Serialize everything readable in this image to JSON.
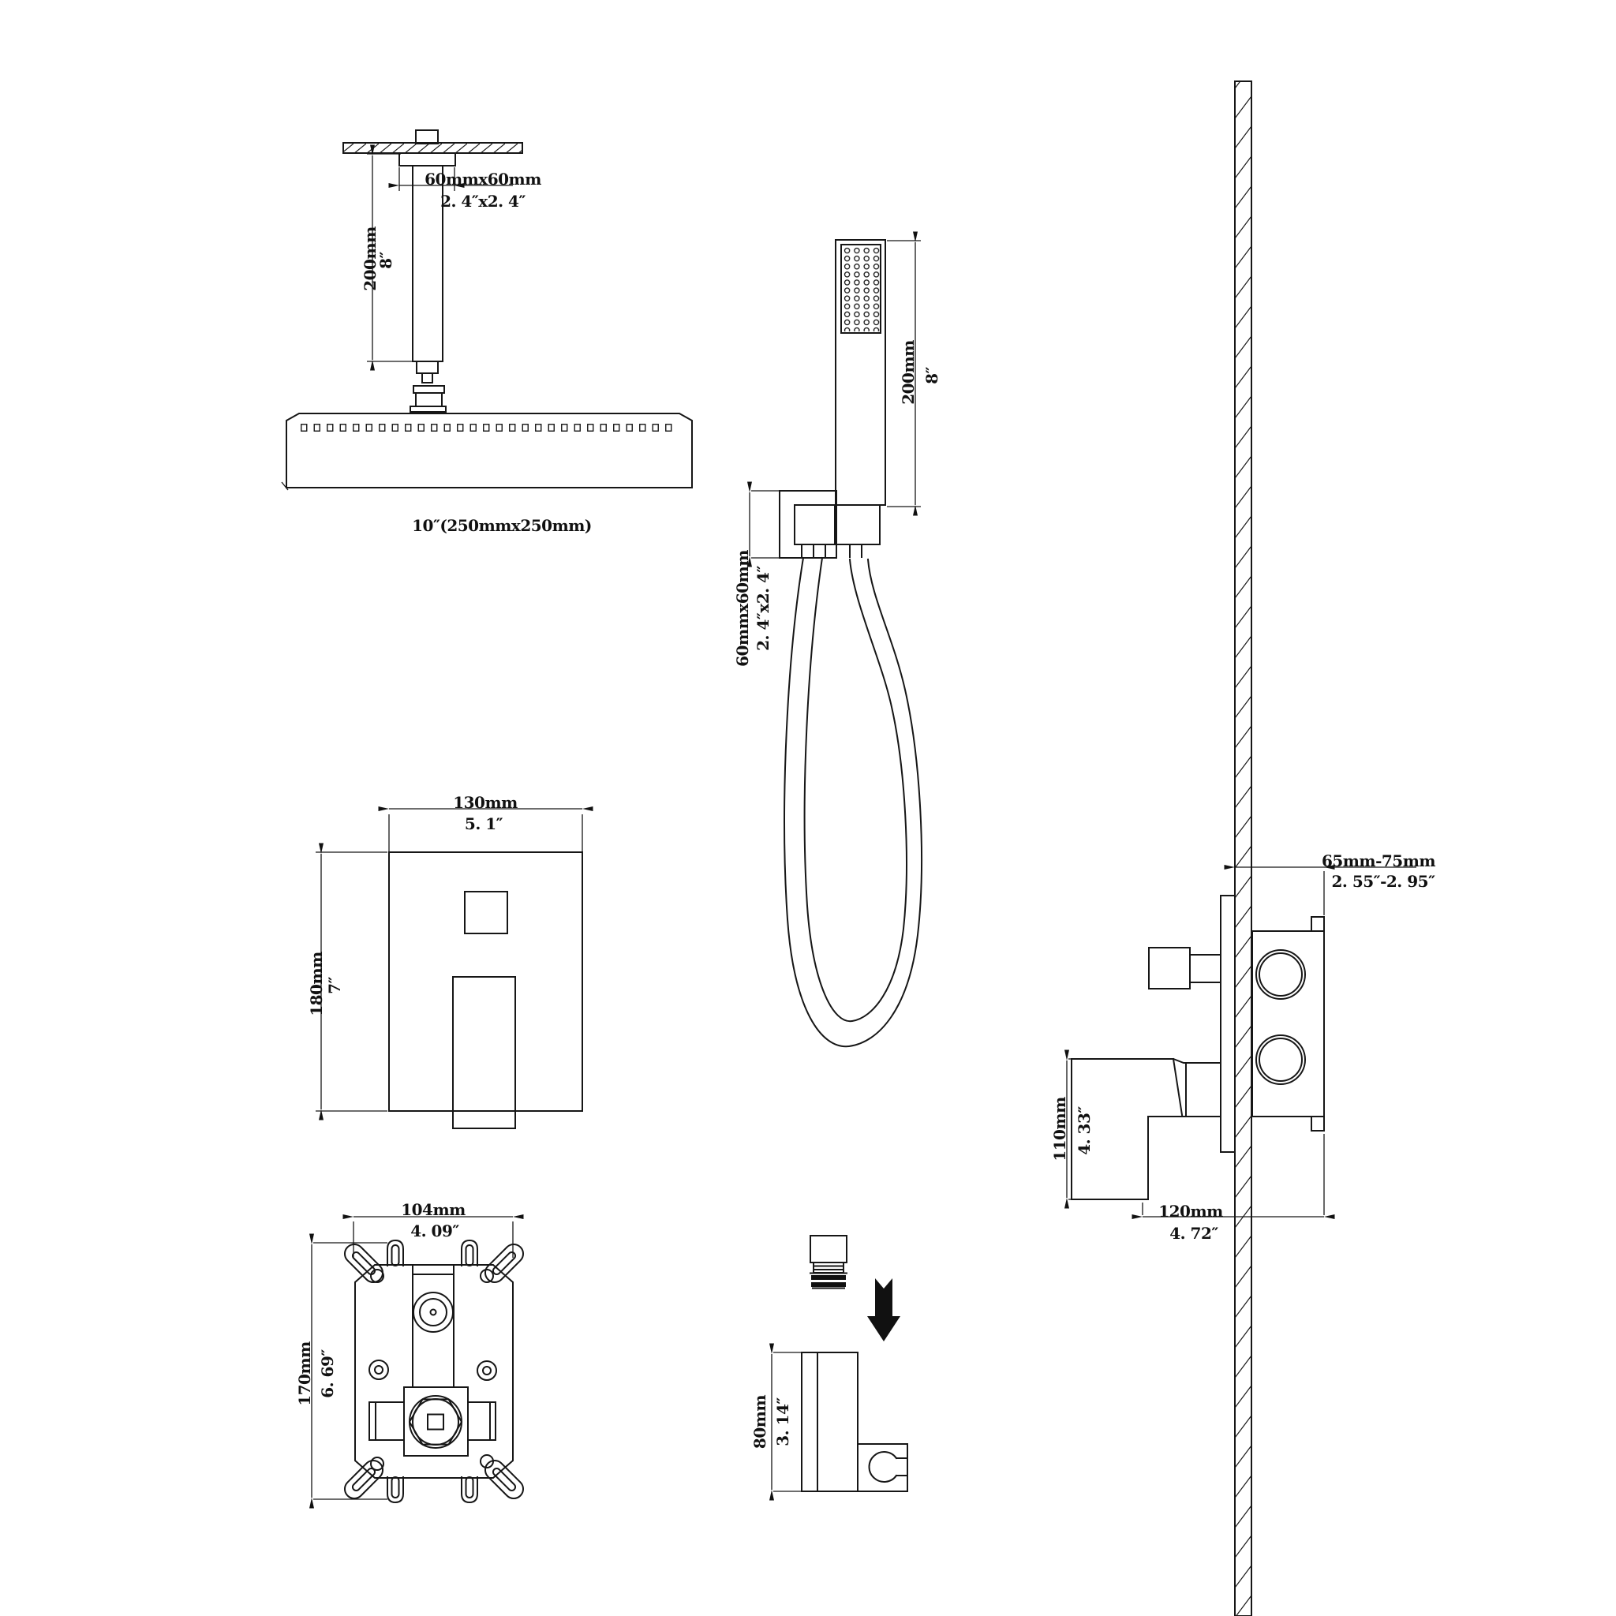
{
  "colors": {
    "line": "#161616",
    "background": "#ffffff",
    "arrow_fill": "#111111"
  },
  "drawing": {
    "views": {
      "ceiling_shower": {
        "labels": {
          "arm_size_mm": "60mmx60mm",
          "arm_size_in": "2. 4″x2. 4″",
          "drop_mm": "200mm",
          "drop_in": "8″",
          "head_size": "10″(250mmx250mm)"
        }
      },
      "hand_shower": {
        "labels": {
          "length_mm": "200mm",
          "length_in": "8″",
          "bracket_mm": "60mmx60mm",
          "bracket_in": "2. 4″x2. 4″"
        }
      },
      "valve_trim": {
        "labels": {
          "width_mm": "130mm",
          "width_in": "5. 1″",
          "height_mm": "180mm",
          "height_in": "7″"
        }
      },
      "rough_in_valve": {
        "labels": {
          "width_mm": "104mm",
          "width_in": "4. 09″",
          "height_mm": "170mm",
          "height_in": "6. 69″"
        }
      },
      "side_view": {
        "labels": {
          "wall_depth_mm": "65mm-75mm",
          "wall_depth_in": "2. 55″-2. 95″",
          "handle_height_mm": "110mm",
          "handle_height_in": "4. 33″",
          "handle_depth_mm": "120mm",
          "handle_depth_in": "4. 72″"
        }
      },
      "holder": {
        "labels": {
          "height_mm": "80mm",
          "height_in": "3. 14″"
        }
      }
    }
  }
}
